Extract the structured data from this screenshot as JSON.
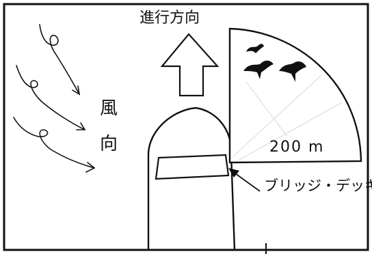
{
  "labels": {
    "travel_direction": "進行方向",
    "wind_direction_char1": "風",
    "wind_direction_char2": "向",
    "distance": "200 m",
    "bridge_deck": "ブリッジ・デッキ"
  },
  "colors": {
    "ink": "#111111",
    "background": "#ffffff"
  }
}
